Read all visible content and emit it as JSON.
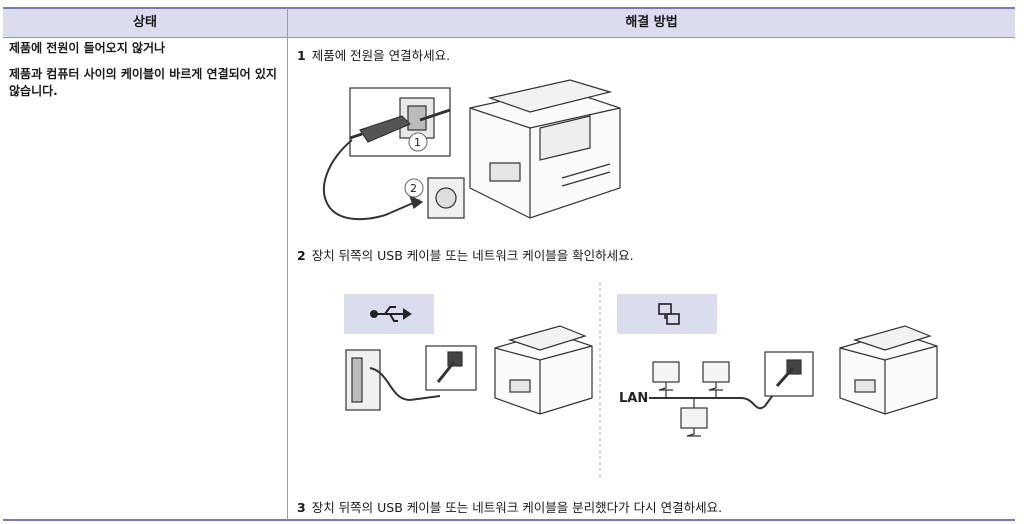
{
  "table": {
    "col_status": "상태",
    "col_solution": "해결 방법"
  },
  "status": {
    "line1": "제품에 전원이 들어오지 않거나",
    "line2": "제품과 컴퓨터 사이의 케이블이 바르게 연결되어 있지 않습니다."
  },
  "steps": [
    {
      "num": "1",
      "text": "제품에 전원을 연결하세요."
    },
    {
      "num": "2",
      "text": "장치 뒤쪽의 USB 케이블 또는 네트워크 케이블을 확인하세요."
    },
    {
      "num": "3",
      "text": "장치 뒤쪽의 USB 케이블 또는 네트워크 케이블을 분리했다가 다시 연결하세요."
    }
  ],
  "illustration": {
    "callout1": "1",
    "callout2": "2",
    "lan_label": "LAN",
    "usb_icon": "usb-icon",
    "network_icon": "network-icon",
    "accent_color": "#dcdcef",
    "border_color": "#7a7ab8"
  }
}
